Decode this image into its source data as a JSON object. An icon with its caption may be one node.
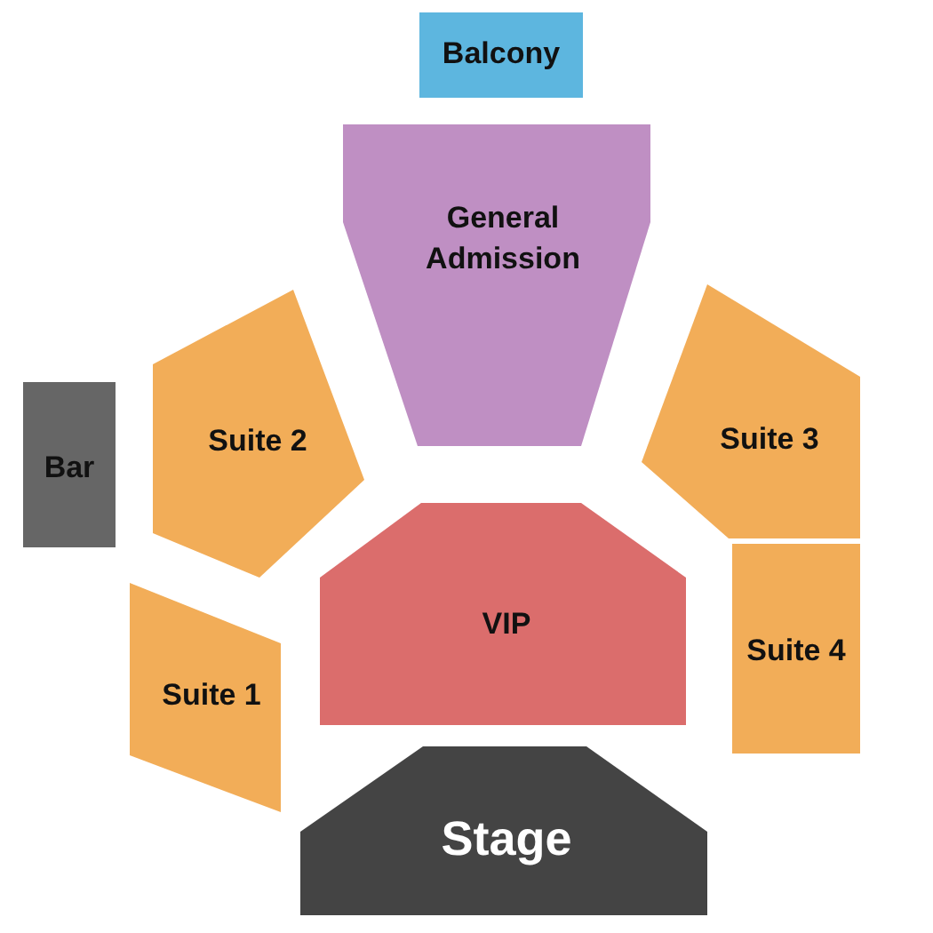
{
  "diagram": {
    "nodes": [
      {
        "text": [
          "Balcony"
        ]
      },
      {
        "text": [
          "General Admission"
        ]
      },
      {
        "text": [
          "Suite 2"
        ]
      },
      {
        "text": [
          "Bar"
        ]
      },
      {
        "text": [
          "Suite 3"
        ]
      },
      {
        "text": [
          "Suite 1"
        ]
      },
      {
        "text": [
          "VIP"
        ]
      },
      {
        "text": [
          "Suite 4"
        ]
      },
      {
        "text": [
          "Stage"
        ]
      }
    ]
  }
}
